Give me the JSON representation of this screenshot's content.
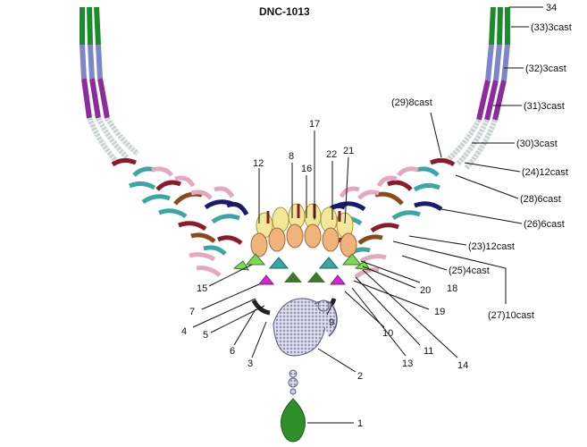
{
  "title": "DNC-1013",
  "colors": {
    "green": "#1e8a2e",
    "blue": "#7c86c8",
    "purple": "#8a2d9a",
    "chain": "#c9d3d3",
    "teal": "#3aa7a3",
    "maroon": "#8b1a2a",
    "navy": "#1a1a6e",
    "pink": "#e6a7c0",
    "lime": "#7ed957",
    "gem": "#2f8f2a",
    "leader": "#111111"
  },
  "left_numbers": [
    "12",
    "8",
    "16",
    "17",
    "22",
    "21",
    "15",
    "7",
    "4",
    "5",
    "6",
    "3"
  ],
  "right_numbers": [
    "20",
    "18",
    "19",
    "9",
    "10",
    "13",
    "11",
    "14",
    "2",
    "1"
  ],
  "cast_labels": [
    "34",
    "(33)3cast",
    "(32)3cast",
    "(31)3cast",
    "(29)8cast",
    "(30)3cast",
    "(24)12cast",
    "(28)6cast",
    "(26)6cast",
    "(23)12cast",
    "(25)4cast",
    "(27)10cast"
  ]
}
